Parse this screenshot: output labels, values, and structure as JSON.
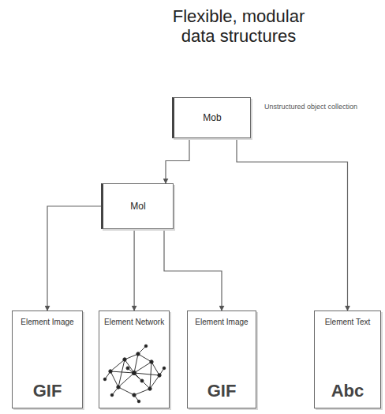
{
  "diagram": {
    "title": "Flexible, modular data structures",
    "nodes": [
      {
        "text": [
          "Mob"
        ]
      },
      {
        "text": [
          "Mol"
        ]
      },
      {
        "text": [
          "Element Image",
          "GIF"
        ]
      },
      {
        "text": [
          "Element Network"
        ]
      },
      {
        "text": [
          "Element Image",
          "GIF"
        ]
      },
      {
        "text": [
          "Element Text",
          "Abc"
        ]
      }
    ],
    "edges": [
      {
        "from": 0,
        "to": 1,
        "arrow": "to"
      },
      {
        "from": 1,
        "to": 2,
        "arrow": "to"
      },
      {
        "from": 1,
        "to": 3,
        "arrow": "to"
      },
      {
        "from": 1,
        "to": 4,
        "arrow": "to"
      },
      {
        "from": 0,
        "to": 5,
        "arrow": "to"
      }
    ],
    "labels": [
      "Unstructured object collection"
    ]
  }
}
